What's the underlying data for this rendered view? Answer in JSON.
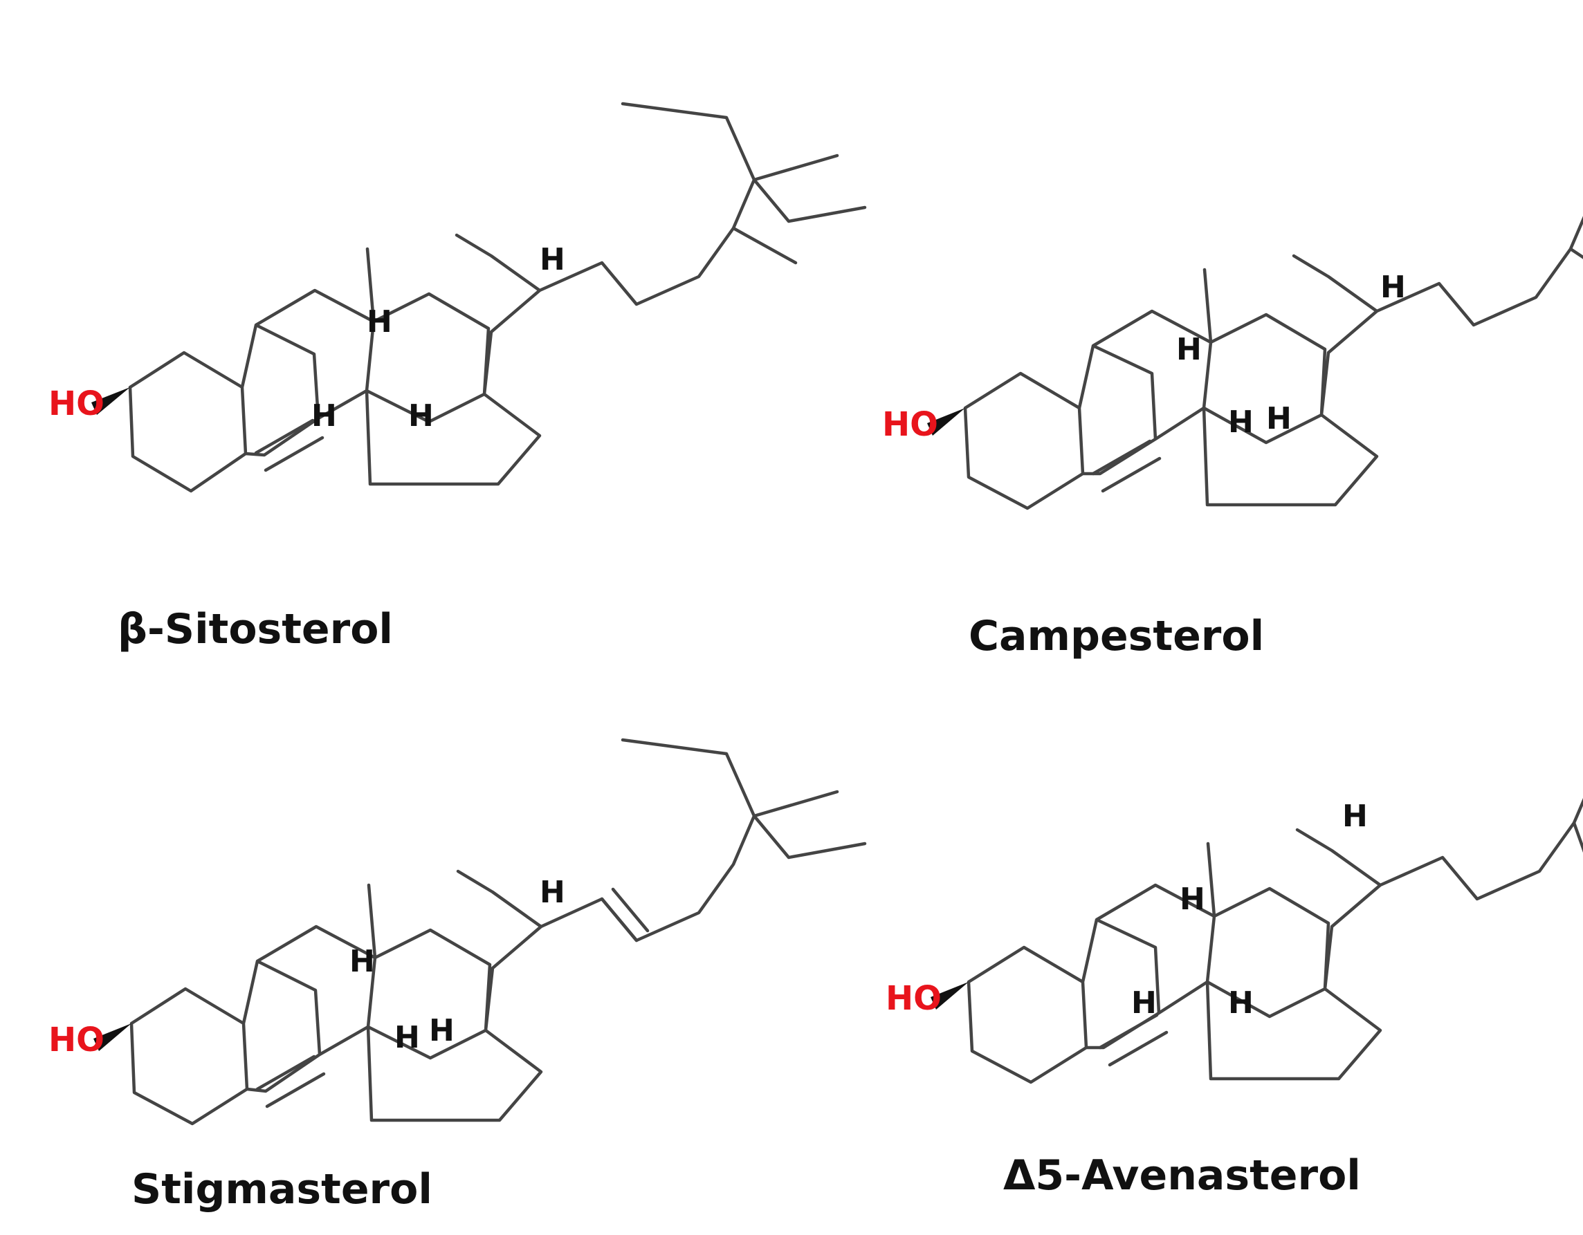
{
  "colors": {
    "bond": "#444444",
    "hydroxyl_label": "#e8141c",
    "text": "#111111"
  },
  "molecules": [
    {
      "id": "beta-sitosterol",
      "name": "β-Sitosterol",
      "hydroxyl_label": "HO",
      "hydrogen_labels": [
        "H",
        "H",
        "H",
        "H"
      ]
    },
    {
      "id": "campesterol",
      "name": "Campesterol",
      "hydroxyl_label": "HO",
      "hydrogen_labels": [
        "H",
        "H",
        "H",
        "H"
      ]
    },
    {
      "id": "stigmasterol",
      "name": "Stigmasterol",
      "hydroxyl_label": "HO",
      "hydrogen_labels": [
        "H",
        "H",
        "H",
        "H"
      ]
    },
    {
      "id": "delta5-avenasterol",
      "name": "Δ5-Avenasterol",
      "hydroxyl_label": "HO",
      "hydrogen_labels": [
        "H",
        "H",
        "H",
        "H"
      ]
    }
  ]
}
